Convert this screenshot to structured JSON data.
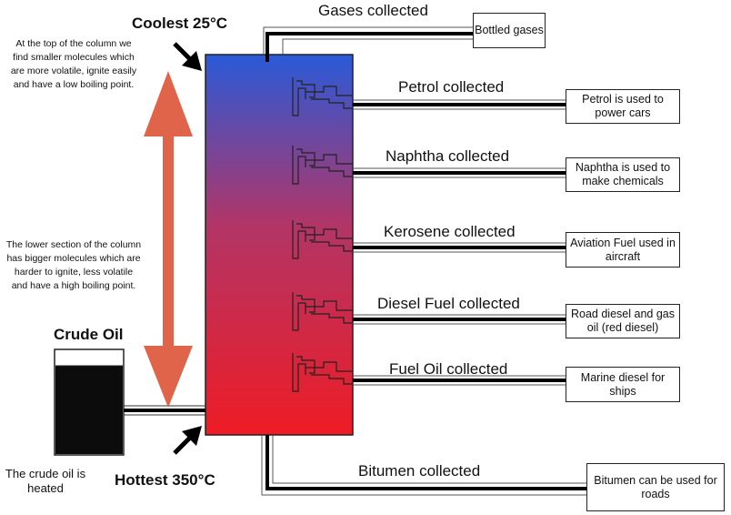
{
  "top_note": "At the top of the column we find smaller molecules which are more volatile, ignite easily and have a low boiling point.",
  "bottom_note": "The lower section of the column has bigger molecules which are harder to ignite, less volatile and have a high boiling point.",
  "coolest_label": "Coolest 25°C",
  "hottest_label": "Hottest 350°C",
  "crude_oil_label": "Crude Oil",
  "heated_label": "The crude oil is heated",
  "colors": {
    "column_top": "#2a5ad8",
    "column_bottom": "#ee1c25",
    "arrow": "#e0644a"
  },
  "fractions": [
    {
      "collected": "Gases collected",
      "use": "Bottled gases"
    },
    {
      "collected": "Petrol collected",
      "use": "Petrol is used to power cars"
    },
    {
      "collected": "Naphtha collected",
      "use": "Naphtha is used to make chemicals"
    },
    {
      "collected": "Kerosene collected",
      "use": "Aviation Fuel used in aircraft"
    },
    {
      "collected": "Diesel Fuel collected",
      "use": "Road diesel and gas oil (red diesel)"
    },
    {
      "collected": "Fuel Oil collected",
      "use": "Marine diesel for ships"
    },
    {
      "collected": "Bitumen collected",
      "use": "Bitumen can be used for roads"
    }
  ]
}
